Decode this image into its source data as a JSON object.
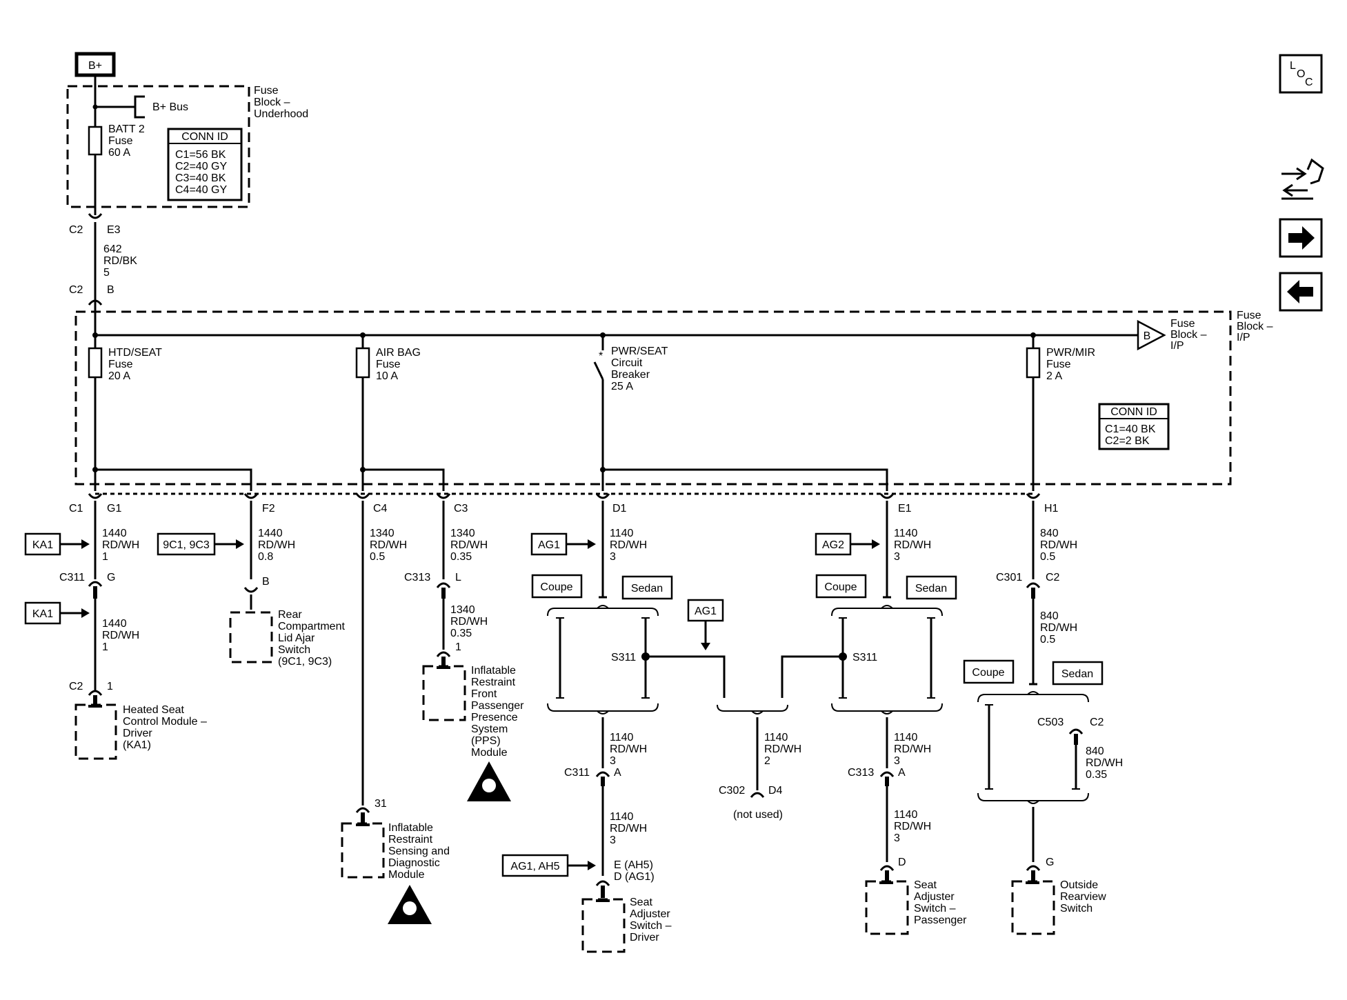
{
  "sources": {
    "bplus": "B+",
    "bbus": "B+ Bus",
    "fb_uh": [
      "Fuse",
      "Block –",
      "Underhood"
    ],
    "fb_ip": [
      "Fuse",
      "Block –",
      "I/P"
    ],
    "fb_ip_ref_letter": "B",
    "fb_ip_ref": [
      "Fuse",
      "Block –",
      "I/P"
    ]
  },
  "fuses": {
    "batt2": [
      "BATT 2",
      "Fuse",
      "60 A"
    ],
    "htd": [
      "HTD/SEAT",
      "Fuse",
      "20 A"
    ],
    "airbag": [
      "AIR BAG",
      "Fuse",
      "10 A"
    ],
    "pwrseat": [
      "PWR/SEAT",
      "Circuit",
      "Breaker",
      "25 A"
    ],
    "pwrmir": [
      "PWR/MIR",
      "Fuse",
      "2 A"
    ]
  },
  "conn_id_uh": {
    "title": "CONN ID",
    "rows": [
      "C1=56 BK",
      "C2=40 GY",
      "C3=40 BK",
      "C4=40 GY"
    ]
  },
  "conn_id_ip": {
    "title": "CONN ID",
    "rows": [
      "C1=40 BK",
      "C2=2 BK"
    ]
  },
  "connectors": {
    "c2_e3": [
      "C2",
      "E3"
    ],
    "c2_b": [
      "C2",
      "B"
    ],
    "c1_g1": [
      "C1",
      "G1"
    ],
    "f2": "F2",
    "c4": "C4",
    "c3": "C3",
    "d1": "D1",
    "e1": "E1",
    "h1": "H1",
    "c311_g": [
      "C311",
      "G"
    ],
    "c2_1": [
      "C2",
      "1"
    ],
    "b_rear": "B",
    "c313_l": [
      "C313",
      "L"
    ],
    "pps_1": "1",
    "sdm_31": "31",
    "c301_c2": [
      "C301",
      "C2"
    ],
    "c503_c2": [
      "C503",
      "C2"
    ],
    "s311_left": "S311",
    "s311_right": "S311",
    "c311_a": [
      "C311",
      "A"
    ],
    "c302_d4": [
      "C302",
      "D4"
    ],
    "not_used": "(not used)",
    "c313_a": [
      "C313",
      "A"
    ],
    "driver_pins": [
      "E (AH5)",
      "D (AG1)"
    ],
    "pass_d": "D",
    "mirror_g": "G"
  },
  "wires": {
    "w642": [
      "642",
      "RD/BK",
      "5"
    ],
    "w1440a": [
      "1440",
      "RD/WH",
      "1"
    ],
    "w1440b": [
      "1440",
      "RD/WH",
      "0.8"
    ],
    "w1440c": [
      "1440",
      "RD/WH",
      "1"
    ],
    "w1340a": [
      "1340",
      "RD/WH",
      "0.5"
    ],
    "w1340b": [
      "1340",
      "RD/WH",
      "0.35"
    ],
    "w1340c": [
      "1340",
      "RD/WH",
      "0.35"
    ],
    "w1140d1": [
      "1140",
      "RD/WH",
      "3"
    ],
    "w1140e1": [
      "1140",
      "RD/WH",
      "3"
    ],
    "w840a": [
      "840",
      "RD/WH",
      "0.5"
    ],
    "w840b": [
      "840",
      "RD/WH",
      "0.5"
    ],
    "w840c": [
      "840",
      "RD/WH",
      "0.35"
    ],
    "w1140s1": [
      "1140",
      "RD/WH",
      "3"
    ],
    "w1140s2": [
      "1140",
      "RD/WH",
      "2"
    ],
    "w1140s3": [
      "1140",
      "RD/WH",
      "3"
    ],
    "w1140s4": [
      "1140",
      "RD/WH",
      "3"
    ],
    "w1140s5": [
      "1140",
      "RD/WH",
      "3"
    ]
  },
  "refs": {
    "ka1a": "KA1",
    "ka1b": "KA1",
    "r9c1": "9C1, 9C3",
    "ag1a": "AG1",
    "ag2": "AG2",
    "ag1b": "AG1",
    "ag1ah5": "AG1, AH5"
  },
  "options": {
    "coupe1": "Coupe",
    "sedan1": "Sedan",
    "coupe2": "Coupe",
    "sedan2": "Sedan",
    "coupe3": "Coupe",
    "sedan3": "Sedan"
  },
  "components": {
    "heated_seat": [
      "Heated Seat",
      "Control Module –",
      "Driver",
      "(KA1)"
    ],
    "rear_lid": [
      "Rear",
      "Compartment",
      "Lid Ajar",
      "Switch",
      "(9C1, 9C3)"
    ],
    "pps": [
      "Inflatable",
      "Restraint",
      "Front",
      "Passenger",
      "Presence",
      "System",
      "(PPS)",
      "Module"
    ],
    "sdm": [
      "Inflatable",
      "Restraint",
      "Sensing and",
      "Diagnostic",
      "Module"
    ],
    "seat_driver": [
      "Seat",
      "Adjuster",
      "Switch –",
      "Driver"
    ],
    "seat_pass": [
      "Seat",
      "Adjuster",
      "Switch –",
      "Passenger"
    ],
    "mirror": [
      "Outside",
      "Rearview",
      "Switch"
    ]
  },
  "nav": {
    "loc": [
      "L",
      "O",
      "C"
    ],
    "icons": [
      "connector-wrench-icon",
      "arrow-right-icon",
      "arrow-left-icon"
    ]
  }
}
